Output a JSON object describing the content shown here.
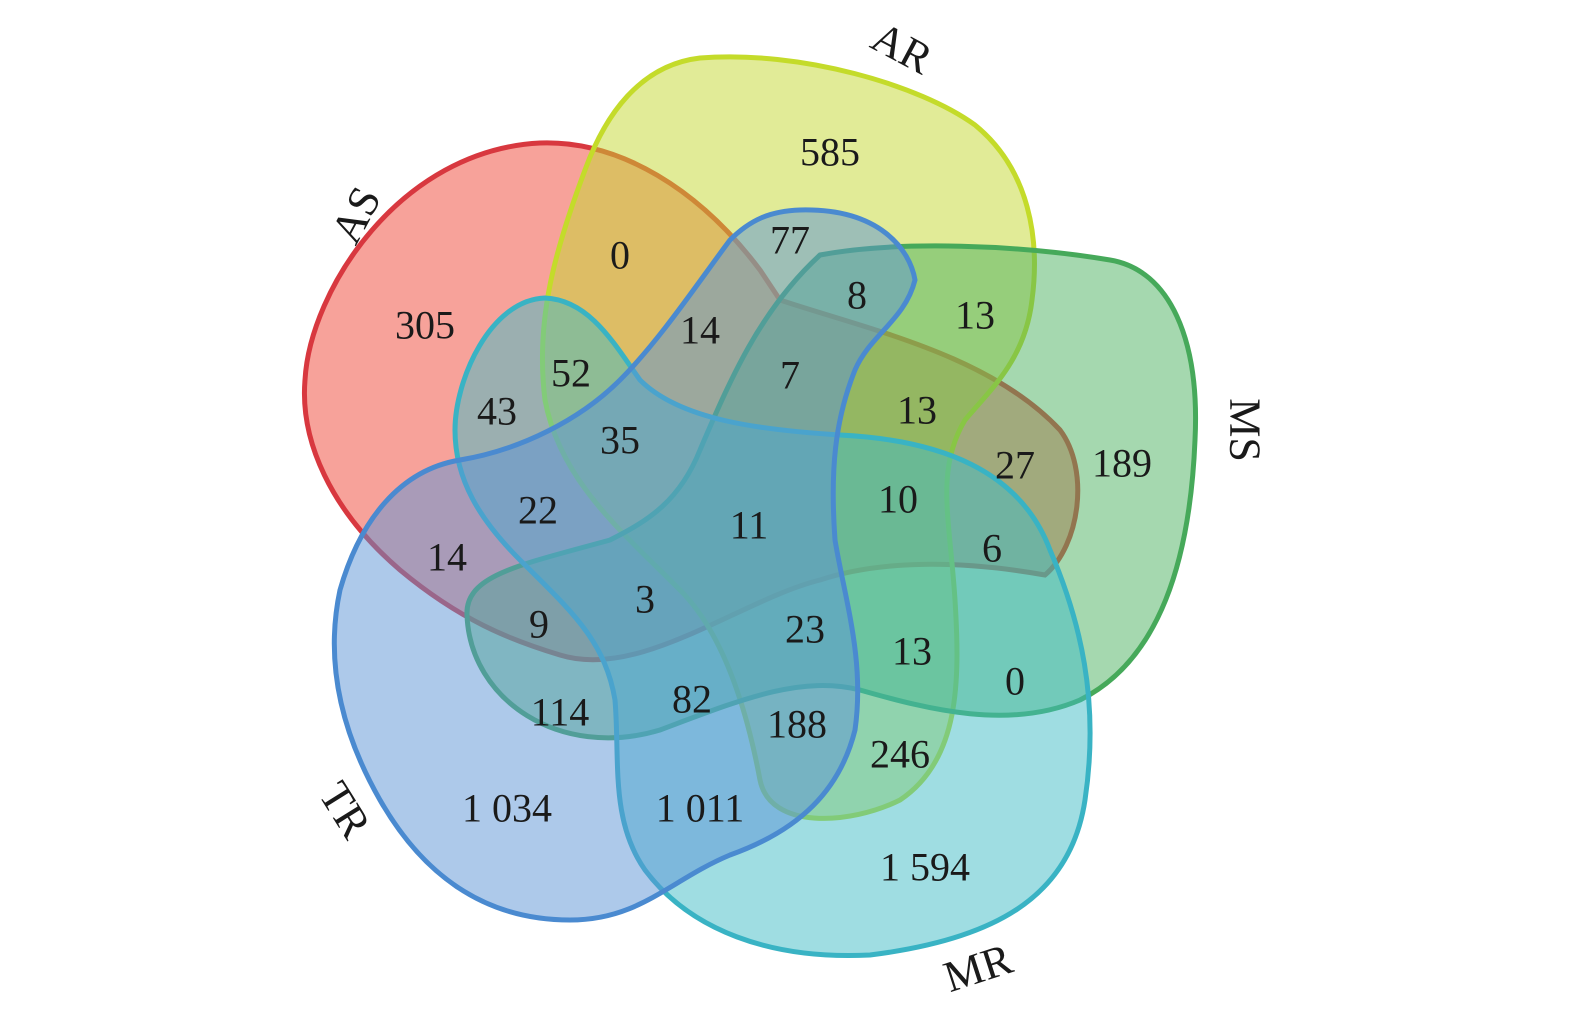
{
  "sets": [
    {
      "name": "AS",
      "fill": "#ef4536",
      "stroke": "#d8383f"
    },
    {
      "name": "AR",
      "fill": "#c4d730",
      "stroke": "#c4db2a"
    },
    {
      "name": "MS",
      "fill": "#4cb260",
      "stroke": "#46a95a"
    },
    {
      "name": "MR",
      "fill": "#3fbcc6",
      "stroke": "#39b3c4"
    },
    {
      "name": "TR",
      "fill": "#5b93d5",
      "stroke": "#4a8ad0"
    }
  ],
  "regions": [
    {
      "id": "as-only",
      "value": "305"
    },
    {
      "id": "ar-only",
      "value": "585"
    },
    {
      "id": "ms-only",
      "value": "189"
    },
    {
      "id": "mr-only",
      "value": "1 594"
    },
    {
      "id": "tr-only",
      "value": "1 034"
    },
    {
      "id": "r-0-a",
      "value": "0"
    },
    {
      "id": "r-77",
      "value": "77"
    },
    {
      "id": "r-8",
      "value": "8"
    },
    {
      "id": "r-13-a",
      "value": "13"
    },
    {
      "id": "r-14-a",
      "value": "14"
    },
    {
      "id": "r-7",
      "value": "7"
    },
    {
      "id": "r-52",
      "value": "52"
    },
    {
      "id": "r-43",
      "value": "43"
    },
    {
      "id": "r-35",
      "value": "35"
    },
    {
      "id": "r-13-b",
      "value": "13"
    },
    {
      "id": "r-27",
      "value": "27"
    },
    {
      "id": "r-22",
      "value": "22"
    },
    {
      "id": "r-11",
      "value": "11"
    },
    {
      "id": "r-10",
      "value": "10"
    },
    {
      "id": "r-6",
      "value": "6"
    },
    {
      "id": "r-14-b",
      "value": "14"
    },
    {
      "id": "r-3",
      "value": "3"
    },
    {
      "id": "r-9",
      "value": "9"
    },
    {
      "id": "r-23",
      "value": "23"
    },
    {
      "id": "r-13-c",
      "value": "13"
    },
    {
      "id": "r-0-b",
      "value": "0"
    },
    {
      "id": "r-114",
      "value": "114"
    },
    {
      "id": "r-82",
      "value": "82"
    },
    {
      "id": "r-188",
      "value": "188"
    },
    {
      "id": "r-246",
      "value": "246"
    },
    {
      "id": "r-1011",
      "value": "1 011"
    }
  ]
}
